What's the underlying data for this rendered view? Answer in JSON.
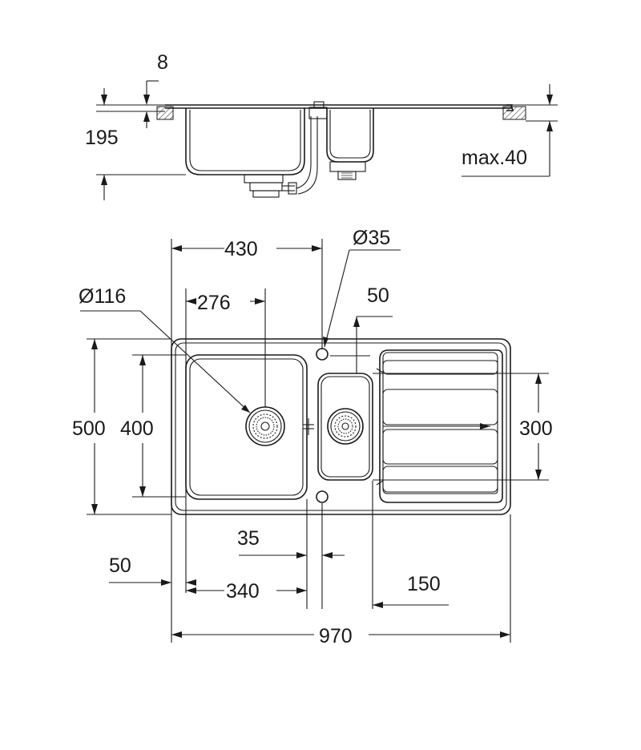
{
  "dimensions": {
    "side_view": {
      "rim_thickness": "8",
      "bowl_depth": "195",
      "max_worktop": "max.40"
    },
    "top_view": {
      "overall_width": "970",
      "overall_depth": "500",
      "main_bowl_depth": "400",
      "main_bowl_width": "340",
      "second_bowl_depth": "300",
      "drainer_width": "150",
      "waste_diameter": "Ø116",
      "tap_hole_diameter": "Ø35",
      "edge_offset": "50",
      "tap_hole_offset": "50",
      "tap_hole_position": "430",
      "waste_position": "276",
      "bowl_gap": "35"
    }
  }
}
